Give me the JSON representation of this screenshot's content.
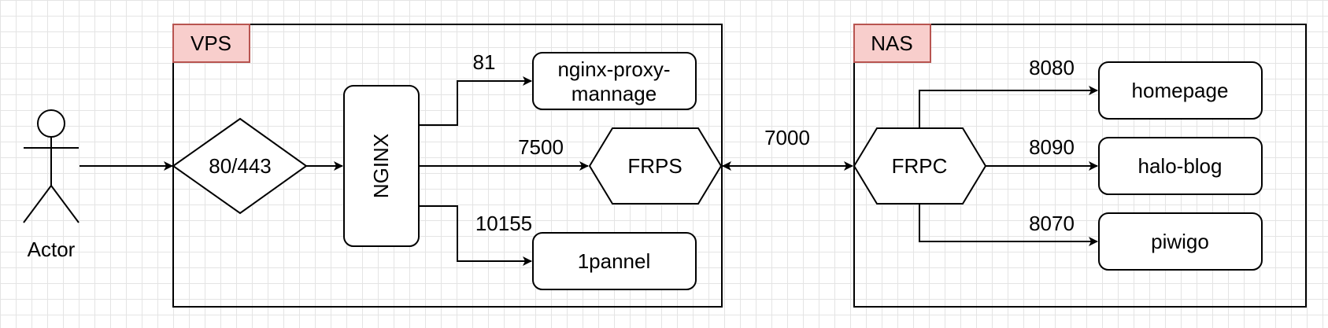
{
  "actor": {
    "label": "Actor"
  },
  "vps": {
    "label": "VPS",
    "entry": "80/443",
    "proxy": "NGINX",
    "frps": "FRPS",
    "services": [
      {
        "port": "81",
        "name_line1": "nginx-proxy-",
        "name_line2": "mannage"
      },
      {
        "port": "7500"
      },
      {
        "port": "10155",
        "name": "1pannel"
      }
    ]
  },
  "link": {
    "port": "7000"
  },
  "nas": {
    "label": "NAS",
    "frpc": "FRPC",
    "services": [
      {
        "port": "8080",
        "name": "homepage"
      },
      {
        "port": "8090",
        "name": "halo-blog"
      },
      {
        "port": "8070",
        "name": "piwigo"
      }
    ]
  },
  "colors": {
    "tag_fill": "#f8cecc",
    "tag_stroke": "#b85450",
    "stroke": "#000000"
  }
}
